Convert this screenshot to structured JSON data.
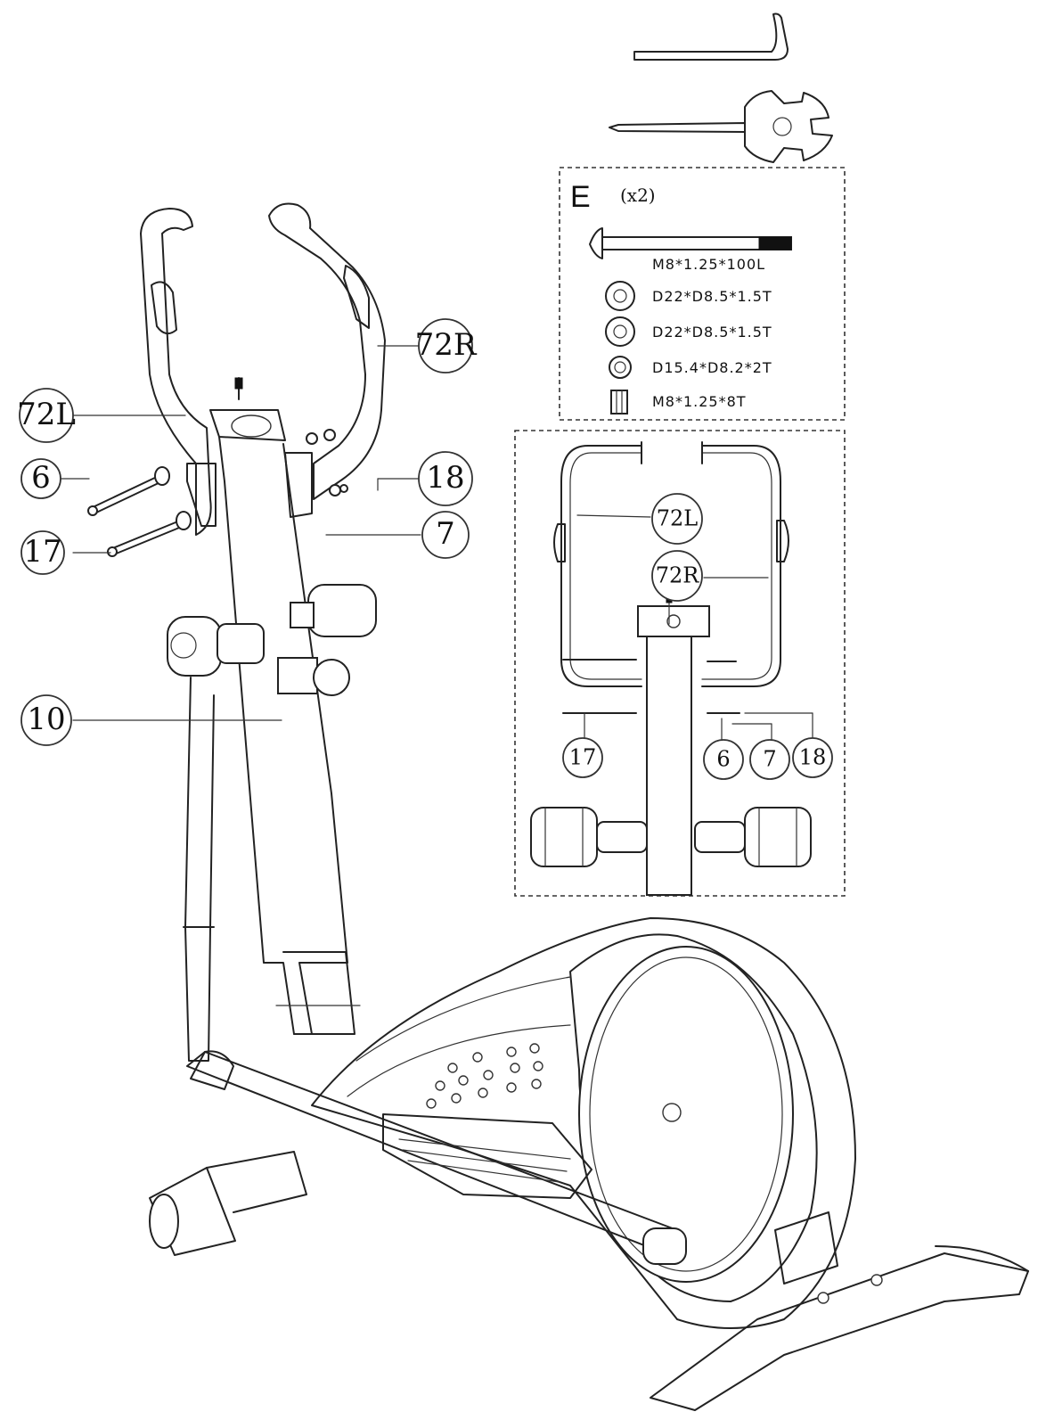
{
  "hardware_kit": {
    "letter": "E",
    "quantity": "(x2)",
    "parts": [
      {
        "spec": "M8*1.25*100L"
      },
      {
        "spec": "D22*D8.5*1.5T"
      },
      {
        "spec": "D22*D8.5*1.5T"
      },
      {
        "spec": "D15.4*D8.2*2T"
      },
      {
        "spec": "M8*1.25*8T"
      }
    ]
  },
  "main_callouts": [
    {
      "label": "72R"
    },
    {
      "label": "72L"
    },
    {
      "label": "6"
    },
    {
      "label": "18"
    },
    {
      "label": "17"
    },
    {
      "label": "7"
    },
    {
      "label": "10"
    }
  ],
  "detail_callouts": [
    {
      "label": "72L"
    },
    {
      "label": "72R"
    },
    {
      "label": "17"
    },
    {
      "label": "6"
    },
    {
      "label": "7"
    },
    {
      "label": "18"
    }
  ],
  "colors": {
    "line": "#222222",
    "background": "#ffffff"
  }
}
